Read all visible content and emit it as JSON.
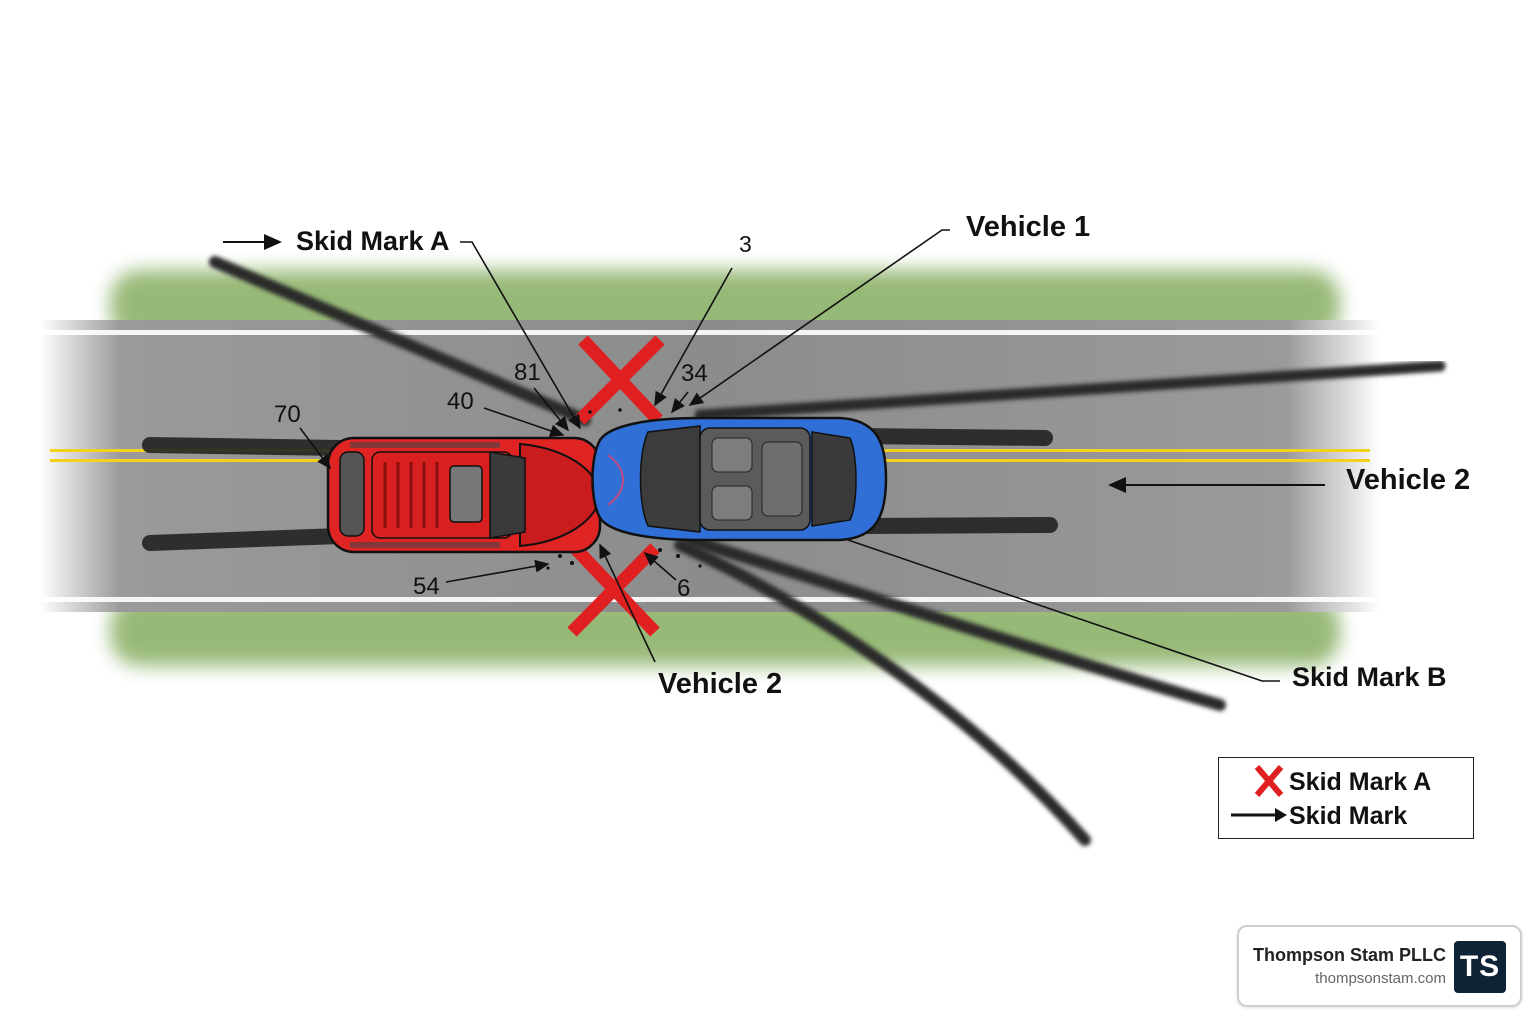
{
  "labels": {
    "skid_mark_a": "Skid Mark A",
    "skid_mark_b": "Skid Mark B",
    "vehicle_1": "Vehicle 1",
    "vehicle_2_right": "Vehicle 2",
    "vehicle_2_bottom": "Vehicle 2"
  },
  "markers": {
    "m3": "3",
    "m34": "34",
    "m81": "81",
    "m40": "40",
    "m70": "70",
    "m54": "54",
    "m6": "6"
  },
  "colors": {
    "vehicle_1": "#2f6fd6",
    "vehicle_2": "#e02424",
    "impact_x": "#e02020",
    "road": "#8f8f8f",
    "center_line": "#f2d21b",
    "grass": "#7fa55a"
  },
  "icons": {
    "impact": "x-mark-icon",
    "direction": "arrow-right-icon",
    "logo": "ts-monogram"
  },
  "legend": {
    "items": [
      {
        "icon": "red-x-icon",
        "label": "Skid Mark A"
      },
      {
        "icon": "arrow-right-icon",
        "label": "Skid Mark"
      }
    ]
  },
  "brand": {
    "name": "Thompson Stam PLLC",
    "url": "thompsonstam.com",
    "logo_text": "TS"
  }
}
